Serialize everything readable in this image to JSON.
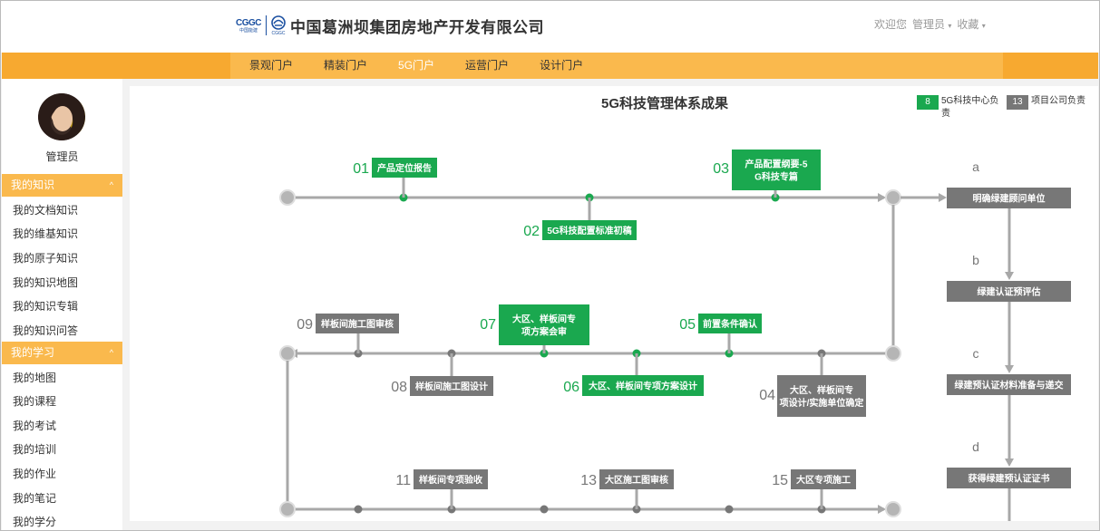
{
  "header": {
    "logo_mark": "CGGC",
    "logo_mark_sub": "中国能建",
    "logo_emblem_sub": "CGGC",
    "company_name": "中国葛洲坝集团房地产开发有限公司",
    "welcome": "欢迎您",
    "user_menu": "管理员",
    "favorites": "收藏"
  },
  "nav": {
    "items": [
      {
        "label": "景观门户",
        "active": false
      },
      {
        "label": "精装门户",
        "active": false
      },
      {
        "label": "5G门户",
        "active": true
      },
      {
        "label": "运营门户",
        "active": false
      },
      {
        "label": "设计门户",
        "active": false
      }
    ]
  },
  "sidebar": {
    "user_name": "管理员",
    "section1": {
      "label": "我的知识",
      "caret": "^"
    },
    "section1_items": [
      "我的文档知识",
      "我的维基知识",
      "我的原子知识",
      "我的知识地图",
      "我的知识专辑",
      "我的知识问答"
    ],
    "section2": {
      "label": "我的学习",
      "caret": "^"
    },
    "section2_items": [
      "我的地图",
      "我的课程",
      "我的考试",
      "我的培训",
      "我的作业",
      "我的笔记",
      "我的学分"
    ]
  },
  "main": {
    "title": "5G科技管理体系成果",
    "legend": [
      {
        "count": "8",
        "label": "5G科技中心负责",
        "color": "#1aa84f"
      },
      {
        "count": "13",
        "label": "项目公司负责",
        "color": "#777777"
      }
    ]
  },
  "flow": {
    "colors": {
      "green": "#1aa84f",
      "gray": "#777777",
      "line": "#a8a8a8"
    },
    "nodes": [
      {
        "num": "01",
        "label": "产品定位报告",
        "owner": "green"
      },
      {
        "num": "02",
        "label": "5G科技配置标准初稿",
        "owner": "green"
      },
      {
        "num": "03",
        "label": "产品配置纲要-5G科技专篇",
        "owner": "green"
      },
      {
        "num": "04",
        "label": "大区、样板间专项设计/实施单位确定",
        "owner": "gray"
      },
      {
        "num": "05",
        "label": "前置条件确认",
        "owner": "green"
      },
      {
        "num": "06",
        "label": "大区、样板间专项方案设计",
        "owner": "green"
      },
      {
        "num": "07",
        "label": "大区、样板间专项方案会审",
        "owner": "green"
      },
      {
        "num": "08",
        "label": "样板间施工图设计",
        "owner": "gray"
      },
      {
        "num": "09",
        "label": "样板间施工图审核",
        "owner": "gray"
      },
      {
        "num": "11",
        "label": "样板间专项验收",
        "owner": "gray"
      },
      {
        "num": "13",
        "label": "大区施工图审核",
        "owner": "gray"
      },
      {
        "num": "15",
        "label": "大区专项施工",
        "owner": "gray"
      }
    ],
    "side_steps": [
      {
        "letter": "a",
        "label": "明确绿建顾问单位"
      },
      {
        "letter": "b",
        "label": "绿建认证预评估"
      },
      {
        "letter": "c",
        "label": "绿建预认证材料准备与递交"
      },
      {
        "letter": "d",
        "label": "获得绿建预认证证书"
      }
    ]
  }
}
